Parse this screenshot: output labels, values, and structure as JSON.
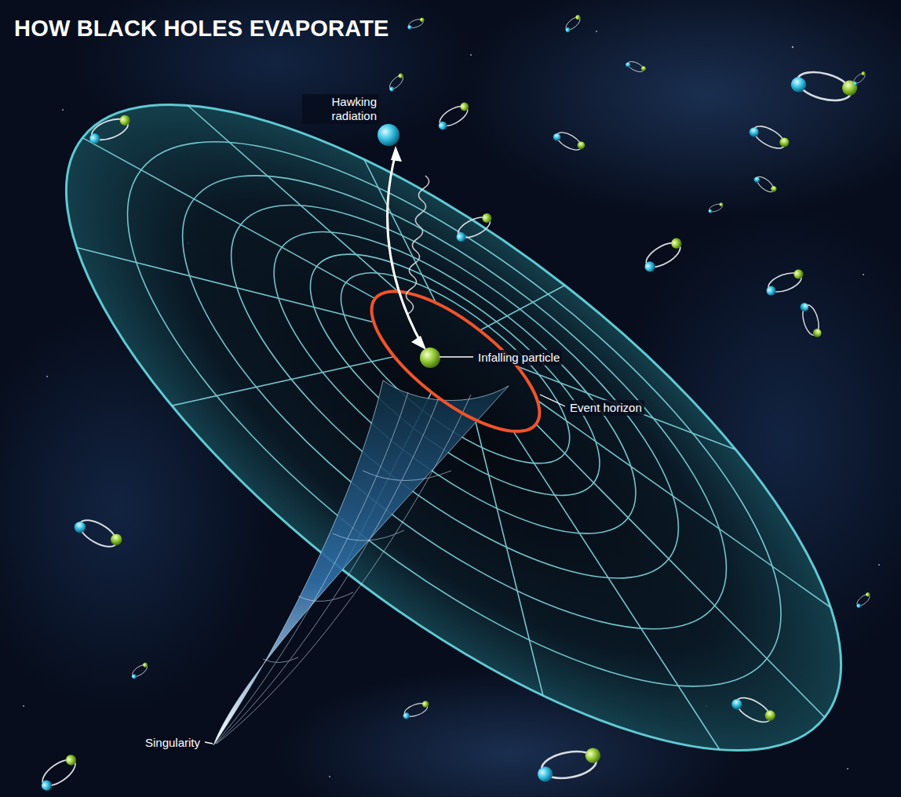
{
  "diagram": {
    "title": "HOW BLACK HOLES EVAPORATE",
    "labels": [
      "Hawking radiation",
      "Infalling particle",
      "Event horizon",
      "Singularity"
    ]
  }
}
